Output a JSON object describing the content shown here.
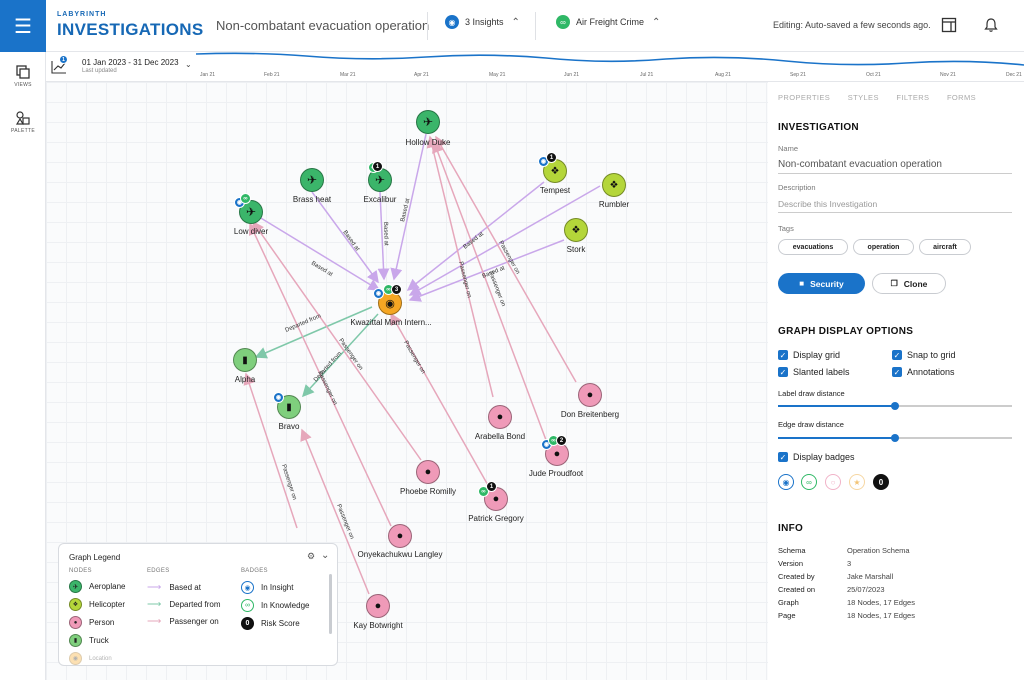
{
  "app": {
    "brand_small": "LABYRINTH",
    "brand_big": "INVESTIGATIONS",
    "title": "Non-combatant evacuation operation",
    "insights_label": "3 Insights",
    "knowledge_label": "Air Freight Crime",
    "editing_status": "Editing: Auto-saved a few seconds ago."
  },
  "rail": {
    "views": "VIEWS",
    "palette": "PALETTE"
  },
  "timebar": {
    "badge": "1",
    "date_range": "01 Jan 2023 - 31 Dec 2023",
    "subtitle": "Last updated",
    "ticks": [
      "Jan 21",
      "Feb 21",
      "Mar 21",
      "Apr 21",
      "May 21",
      "Jun 21",
      "Jul 21",
      "Aug 21",
      "Sep 21",
      "Oct 21",
      "Nov 21",
      "Dec 21"
    ]
  },
  "graph": {
    "nodes": [
      {
        "label": "Hollow Duke"
      },
      {
        "label": "Brass heat"
      },
      {
        "label": "Excalibur"
      },
      {
        "label": "Tempest"
      },
      {
        "label": "Rumbler"
      },
      {
        "label": "Low diver"
      },
      {
        "label": "Stork"
      },
      {
        "label": "Kwazittal Mam Intern..."
      },
      {
        "label": "Alpha"
      },
      {
        "label": "Bravo"
      },
      {
        "label": "Don Breitenberg"
      },
      {
        "label": "Arabella Bond"
      },
      {
        "label": "Jude Proudfoot"
      },
      {
        "label": "Phoebe Romilly"
      },
      {
        "label": "Patrick Gregory"
      },
      {
        "label": "Onyekachukwu Langley"
      },
      {
        "label": "Kay Botwright"
      }
    ],
    "badge_counts": {
      "excalibur": "1",
      "tempest": "1",
      "airport": "3",
      "jude": "2",
      "patrick": "1"
    },
    "edge_labels": {
      "based_at": "Based at",
      "departed_from": "Departed from",
      "passenger_on": "Passenger on"
    }
  },
  "legend": {
    "title": "Graph Legend",
    "nodes_h": "NODES",
    "edges_h": "EDGES",
    "badges_h": "BADGES",
    "nodes": [
      "Aeroplane",
      "Helicopter",
      "Person",
      "Truck",
      "Location"
    ],
    "edges": [
      "Based at",
      "Departed from",
      "Passenger on"
    ],
    "badges": [
      "In Insight",
      "In Knowledge",
      "Risk Score"
    ],
    "risk_badge": "0"
  },
  "panel": {
    "tabs": [
      "PROPERTIES",
      "STYLES",
      "FILTERS",
      "FORMS"
    ],
    "investigation_h": "INVESTIGATION",
    "name_label": "Name",
    "name_value": "Non-combatant evacuation operation",
    "desc_label": "Description",
    "desc_placeholder": "Describe this Investigation",
    "tags_label": "Tags",
    "tags": [
      "evacuations",
      "operation",
      "aircraft"
    ],
    "security_btn": "Security",
    "clone_btn": "Clone",
    "display_h": "GRAPH DISPLAY OPTIONS",
    "opts": [
      "Display grid",
      "Snap to grid",
      "Slanted labels",
      "Annotations"
    ],
    "label_dist": "Label draw distance",
    "edge_dist": "Edge draw distance",
    "display_badges": "Display badges",
    "badge_zero": "0",
    "label_dist_level": 0.5,
    "edge_dist_level": 0.5,
    "info_h": "INFO",
    "info": [
      {
        "k": "Schema",
        "v": "Operation Schema"
      },
      {
        "k": "Version",
        "v": "3"
      },
      {
        "k": "Created by",
        "v": "Jake Marshall"
      },
      {
        "k": "Created on",
        "v": "25/07/2023"
      },
      {
        "k": "Graph",
        "v": "18 Nodes, 17 Edges"
      },
      {
        "k": "Page",
        "v": "18 Nodes, 17 Edges"
      }
    ]
  },
  "colors": {
    "brand": "#1a73c9",
    "aeroplane": "#3bb56a",
    "helicopter": "#b4d63a",
    "person": "#ef9ab8",
    "truck": "#7fcf7d",
    "location": "#f5a623",
    "based_at_edge": "#c9a7ea",
    "departed_edge": "#7fc8a9",
    "passenger_edge": "#e6a7bb"
  }
}
